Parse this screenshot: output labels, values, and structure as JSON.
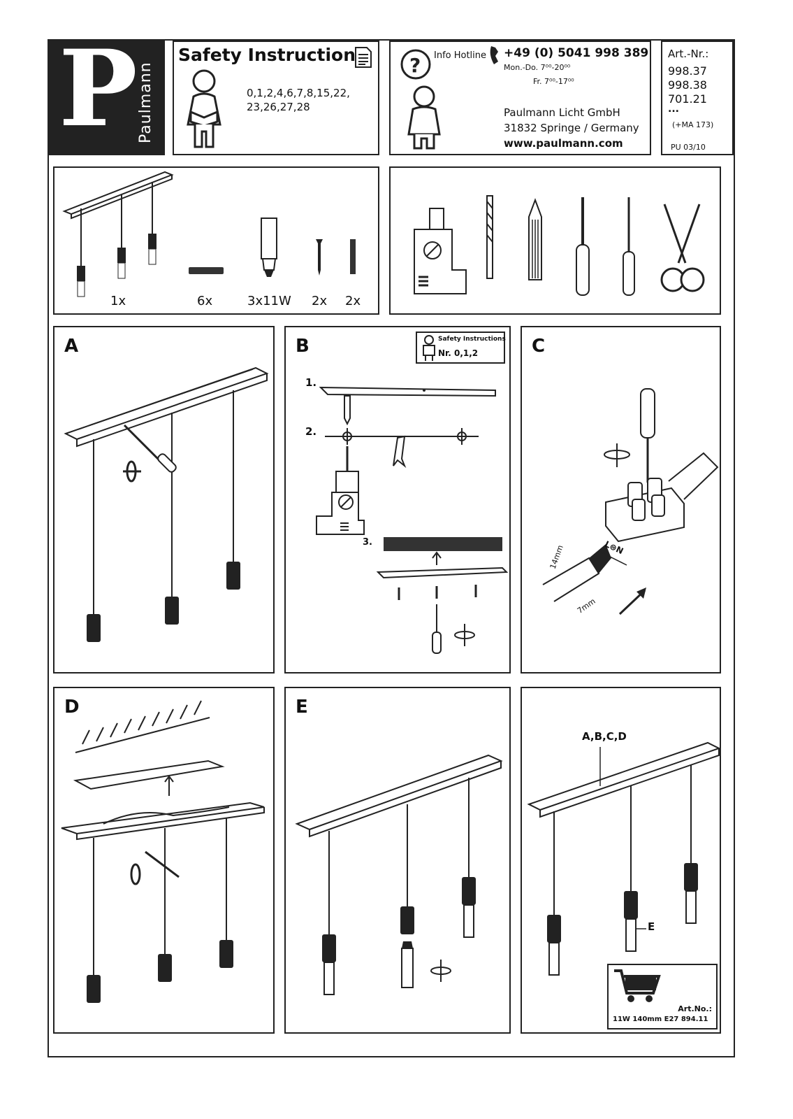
{
  "header": {
    "brand": "Paulmann",
    "brand_letter": "P",
    "safety_title": "Safety Instructions",
    "safety_numbers_1": "0,1,2,4,6,7,8,15,22,",
    "safety_numbers_2": "23,26,27,28",
    "hotline_label": "Info Hotline",
    "hotline_number": "+49 (0) 5041 998 389",
    "hours_1": "Mon.-Do. 7⁰⁰-20⁰⁰",
    "hours_2": "Fr. 7⁰⁰-17⁰⁰",
    "company": "Paulmann Licht GmbH",
    "address": "31832 Springe / Germany",
    "website": "www.paulmann.com",
    "art_label": "Art.-Nr.:",
    "art_numbers": [
      "998.37",
      "998.38",
      "701.21",
      "..."
    ],
    "ma": "(+MA 173)",
    "pu": "PU 03/10"
  },
  "parts": {
    "counts": [
      "1x",
      "6x",
      "3x11W",
      "2x",
      "2x"
    ]
  },
  "steps": {
    "a": "A",
    "b": "B",
    "c": "C",
    "d": "D",
    "e": "E",
    "b_safety_title": "Safety Instructions",
    "b_safety_numbers": "Nr. 0,1,2",
    "b_step1": "1.",
    "b_step2": "2.",
    "b_step3": "3.",
    "c_strip": "14mm",
    "c_wire": "7mm",
    "c_terminal": "L⊜N",
    "final_label": "A,B,C,D",
    "final_e": "E",
    "cart_art": "Art.No.:",
    "cart_spec": "11W 140mm E27 894.11"
  }
}
